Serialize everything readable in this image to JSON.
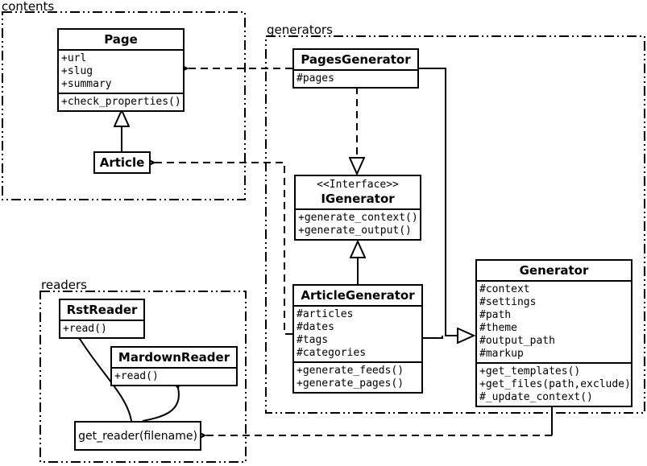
{
  "packages": {
    "contents": {
      "label": "contents"
    },
    "generators": {
      "label": "generators"
    },
    "readers": {
      "label": "readers"
    }
  },
  "classes": {
    "page": {
      "name": "Page",
      "attributes": [
        "+url",
        "+slug",
        "+summary"
      ],
      "methods": [
        "+check_properties()"
      ]
    },
    "article": {
      "name": "Article"
    },
    "pages_generator": {
      "name": "PagesGenerator",
      "attributes": [
        "#pages"
      ]
    },
    "igenerator": {
      "stereotype": "<<Interface>>",
      "name": "IGenerator",
      "methods": [
        "+generate_context()",
        "+generate_output()"
      ]
    },
    "article_generator": {
      "name": "ArticleGenerator",
      "attributes": [
        "#articles",
        "#dates",
        "#tags",
        "#categories"
      ],
      "methods": [
        "+generate_feeds()",
        "+generate_pages()"
      ]
    },
    "generator": {
      "name": "Generator",
      "attributes": [
        "#context",
        "#settings",
        "#path",
        "#theme",
        "#output_path",
        "#markup"
      ],
      "methods": [
        "+get_templates()",
        "+get_files(path,exclude)",
        "#_update_context()"
      ]
    },
    "rst_reader": {
      "name": "RstReader",
      "methods": [
        "+read()"
      ]
    },
    "markdown_reader": {
      "name": "MardownReader",
      "methods": [
        "+read()"
      ]
    },
    "get_reader": {
      "label": "get_reader(filename)"
    }
  },
  "colors": {
    "stroke": "#000000",
    "background": "#ffffff"
  }
}
